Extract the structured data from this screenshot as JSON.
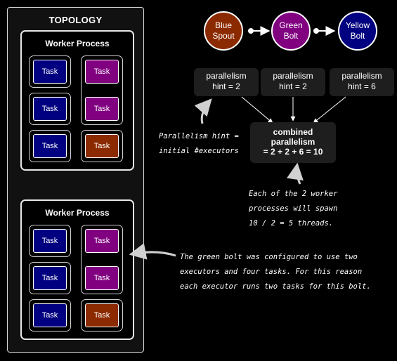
{
  "topology": {
    "title": "TOPOLOGY",
    "workers": [
      {
        "title": "Worker Process",
        "executors": [
          {
            "tasks": [
              {
                "label": "Task",
                "color": "#000080"
              }
            ]
          },
          {
            "tasks": [
              {
                "label": "Task",
                "color": "#000080"
              }
            ]
          },
          {
            "tasks": [
              {
                "label": "Task",
                "color": "#000080"
              }
            ]
          },
          {
            "tasks": [
              {
                "label": "Task",
                "color": "#800080"
              },
              {
                "label": "Task",
                "color": "#800080"
              }
            ]
          },
          {
            "tasks": [
              {
                "label": "Task",
                "color": "#8b2a00"
              }
            ]
          }
        ]
      },
      {
        "title": "Worker Process",
        "executors": [
          {
            "tasks": [
              {
                "label": "Task",
                "color": "#000080"
              }
            ]
          },
          {
            "tasks": [
              {
                "label": "Task",
                "color": "#000080"
              }
            ]
          },
          {
            "tasks": [
              {
                "label": "Task",
                "color": "#000080"
              }
            ]
          },
          {
            "tasks": [
              {
                "label": "Task",
                "color": "#800080"
              },
              {
                "label": "Task",
                "color": "#800080"
              }
            ]
          },
          {
            "tasks": [
              {
                "label": "Task",
                "color": "#8b2a00"
              }
            ]
          }
        ]
      }
    ]
  },
  "components": [
    {
      "line1": "Blue",
      "line2": "Spout",
      "color": "#8b2a00"
    },
    {
      "line1": "Green",
      "line2": "Bolt",
      "color": "#800080"
    },
    {
      "line1": "Yellow",
      "line2": "Bolt",
      "color": "#000080"
    }
  ],
  "hints": [
    {
      "line1": "parallelism",
      "line2": "hint = 2"
    },
    {
      "line1": "parallelism",
      "line2": "hint = 2"
    },
    {
      "line1": "parallelism",
      "line2": "hint = 6"
    }
  ],
  "combined": {
    "line1": "combined",
    "line2": "parallelism",
    "line3": "= 2 + 2 + 6 = 10"
  },
  "notes": {
    "hint_note": [
      "Parallelism hint =",
      "initial #executors"
    ],
    "worker_note": [
      "Each of the 2 worker",
      "processes will spawn",
      "10 / 2 = 5 threads."
    ],
    "bolt_note": [
      "The green bolt was configured to use two",
      "executors and four tasks.  For this reason",
      "each executor runs two tasks for this bolt."
    ]
  }
}
